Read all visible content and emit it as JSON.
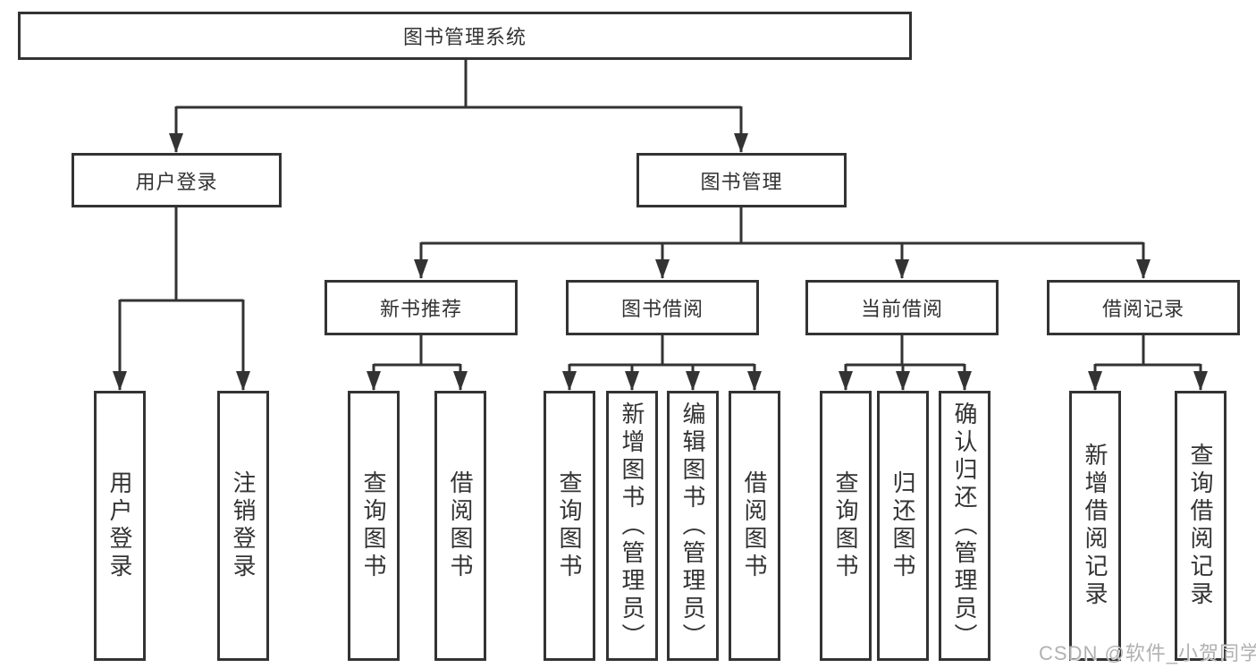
{
  "diagram": {
    "background": "#ffffff",
    "line_color": "#333333",
    "text_color": "#333333",
    "watermark_color": "#b1b1b1",
    "root": {
      "label": "图书管理系统"
    },
    "level2": [
      {
        "label": "用户登录",
        "children": [
          "用户登录",
          "注销登录"
        ]
      },
      {
        "label": "图书管理",
        "children": [
          {
            "label": "新书推荐",
            "children": [
              "查询图书",
              "借阅图书"
            ]
          },
          {
            "label": "图书借阅",
            "children": [
              "查询图书",
              "新增图书（管理员）",
              "编辑图书（管理员）",
              "借阅图书"
            ]
          },
          {
            "label": "当前借阅",
            "children": [
              "查询图书",
              "归还图书",
              "确认归还（管理员）"
            ]
          },
          {
            "label": "借阅记录",
            "children": [
              "新增借阅记录",
              "查询借阅记录"
            ]
          }
        ]
      }
    ],
    "watermark": "CSDN @软件_小贺同学"
  }
}
